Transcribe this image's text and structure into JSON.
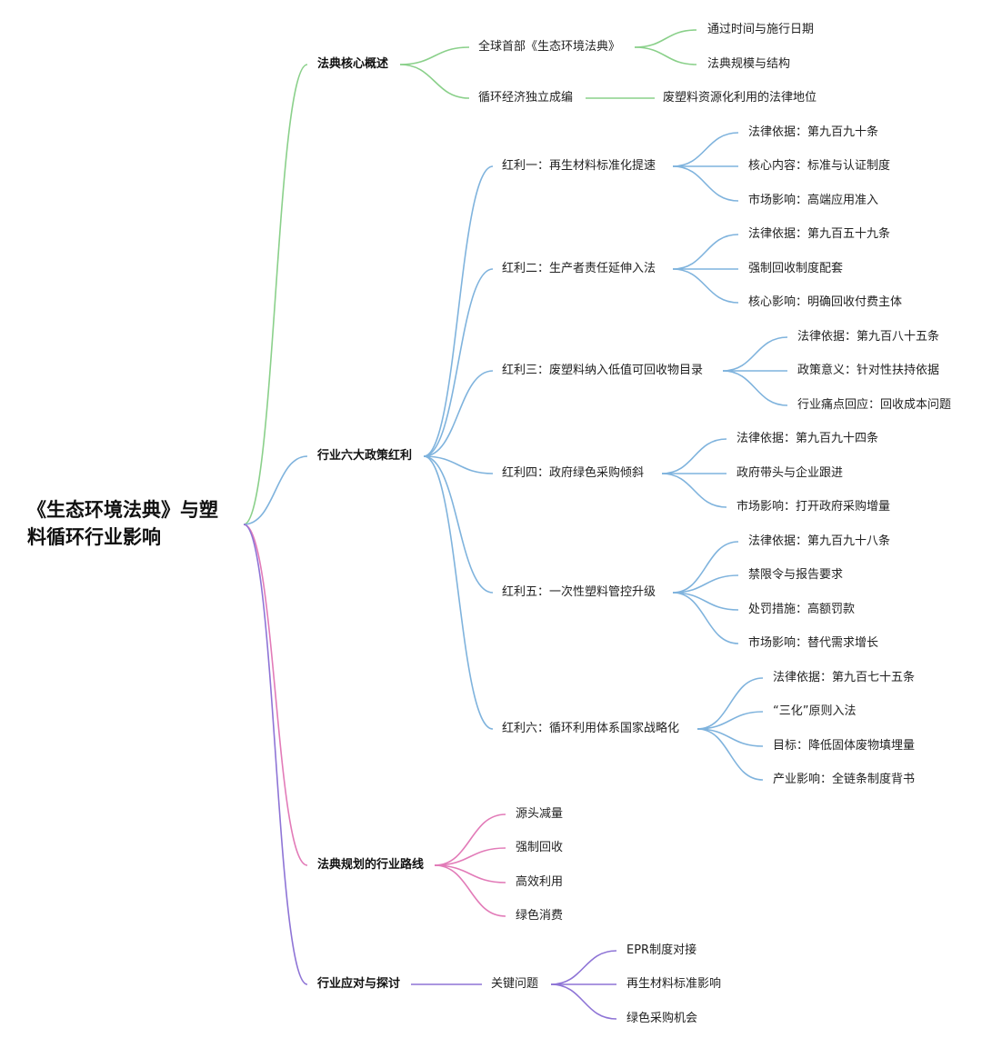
{
  "root": {
    "line1": "《生态环境法典》与塑",
    "line2": "料循环行业影响"
  },
  "colors": {
    "green": "#8ad08a",
    "blue": "#7fb3dd",
    "pink": "#e27bb8",
    "purple": "#8e74d6"
  },
  "branches": [
    {
      "label": "法典核心概述",
      "color": "#8ad08a",
      "children": [
        {
          "label": "全球首部《生态环境法典》",
          "children": [
            "通过时间与施行日期",
            "法典规模与结构"
          ]
        },
        {
          "label": "循环经济独立成编",
          "children": [
            "废塑料资源化利用的法律地位"
          ]
        }
      ]
    },
    {
      "label": "行业六大政策红利",
      "color": "#7fb3dd",
      "children": [
        {
          "label": "红利一：再生材料标准化提速",
          "children": [
            "法律依据：第九百九十条",
            "核心内容：标准与认证制度",
            "市场影响：高端应用准入"
          ]
        },
        {
          "label": "红利二：生产者责任延伸入法",
          "children": [
            "法律依据：第九百五十九条",
            "强制回收制度配套",
            "核心影响：明确回收付费主体"
          ]
        },
        {
          "label": "红利三：废塑料纳入低值可回收物目录",
          "children": [
            "法律依据：第九百八十五条",
            "政策意义：针对性扶持依据",
            "行业痛点回应：回收成本问题"
          ]
        },
        {
          "label": "红利四：政府绿色采购倾斜",
          "children": [
            "法律依据：第九百九十四条",
            "政府带头与企业跟进",
            "市场影响：打开政府采购增量"
          ]
        },
        {
          "label": "红利五：一次性塑料管控升级",
          "children": [
            "法律依据：第九百九十八条",
            "禁限令与报告要求",
            "处罚措施：高额罚款",
            "市场影响：替代需求增长"
          ]
        },
        {
          "label": "红利六：循环利用体系国家战略化",
          "children": [
            "法律依据：第九百七十五条",
            "“三化”原则入法",
            "目标：降低固体废物填埋量",
            "产业影响：全链条制度背书"
          ]
        }
      ]
    },
    {
      "label": "法典规划的行业路线",
      "color": "#e27bb8",
      "children": [
        {
          "label": "源头减量",
          "children": []
        },
        {
          "label": "强制回收",
          "children": []
        },
        {
          "label": "高效利用",
          "children": []
        },
        {
          "label": "绿色消费",
          "children": []
        }
      ]
    },
    {
      "label": "行业应对与探讨",
      "color": "#8e74d6",
      "children": [
        {
          "label": "关键问题",
          "children": [
            "EPR制度对接",
            "再生材料标准影响",
            "绿色采购机会"
          ]
        }
      ]
    }
  ]
}
